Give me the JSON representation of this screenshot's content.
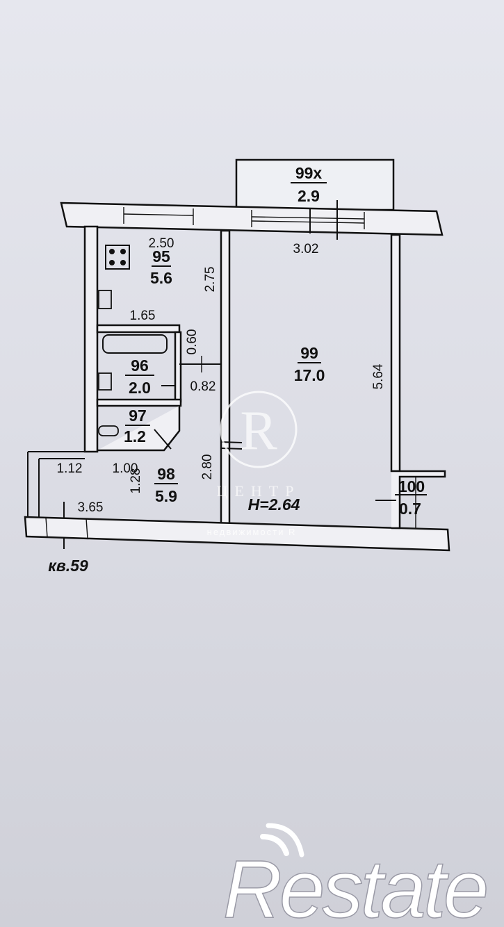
{
  "rooms": {
    "balcony": {
      "number": "99х",
      "area": "2.9"
    },
    "kitchen": {
      "number": "95",
      "area": "5.6"
    },
    "bathroom": {
      "number": "96",
      "area": "2.0"
    },
    "toilet": {
      "number": "97",
      "area": "1.2"
    },
    "hallway": {
      "number": "98",
      "area": "5.9"
    },
    "living": {
      "number": "99",
      "area": "17.0"
    },
    "closet": {
      "number": "100",
      "area": "0.7"
    }
  },
  "dimensions": {
    "kitchen_width": "2.50",
    "kitchen_length": "2.75",
    "living_width": "3.02",
    "living_length": "5.64",
    "bath_width": "1.65",
    "bath_depth": "0.60",
    "bath_door": "0.82",
    "corridor_a": "1.12",
    "corridor_b": "1.00",
    "hall_depth": "1.28",
    "hall_length": "2.80",
    "entry_width": "3.65"
  },
  "ceiling_height": "H=2.64",
  "apartment_label": "кв.59",
  "watermark": {
    "letter": "R",
    "title": "ЦЕНТР",
    "subtitle": "недвижимости R"
  },
  "logo": {
    "text": "Restate"
  }
}
